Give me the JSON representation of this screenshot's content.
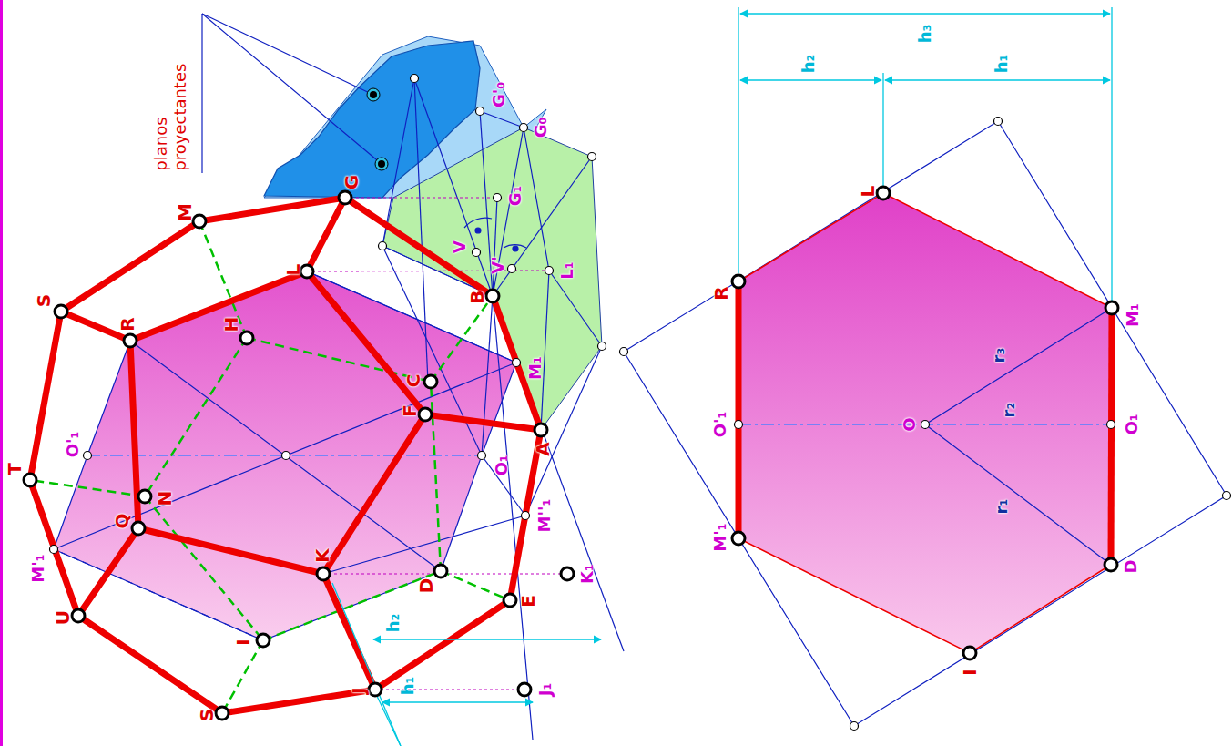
{
  "diagram": {
    "labels": [
      "planos proyectantes",
      "G'₀",
      "G₀",
      "G",
      "M",
      "G₁",
      "V",
      "V'",
      "S",
      "L",
      "B",
      "L₁",
      "R",
      "H",
      "C",
      "M₁",
      "F",
      "A",
      "O'₁",
      "O₁",
      "T",
      "N",
      "Q",
      "M''₁",
      "M'₁",
      "K",
      "D",
      "K₁",
      "E",
      "U",
      "I",
      "h₂",
      "J",
      "J₁",
      "S",
      "h₁",
      "h₃",
      "h₂",
      "h₁",
      "L",
      "R",
      "M₁",
      "r₃",
      "O",
      "O'₁",
      "r₂",
      "O₁",
      "M'₁",
      "r₁",
      "D",
      "I"
    ]
  }
}
